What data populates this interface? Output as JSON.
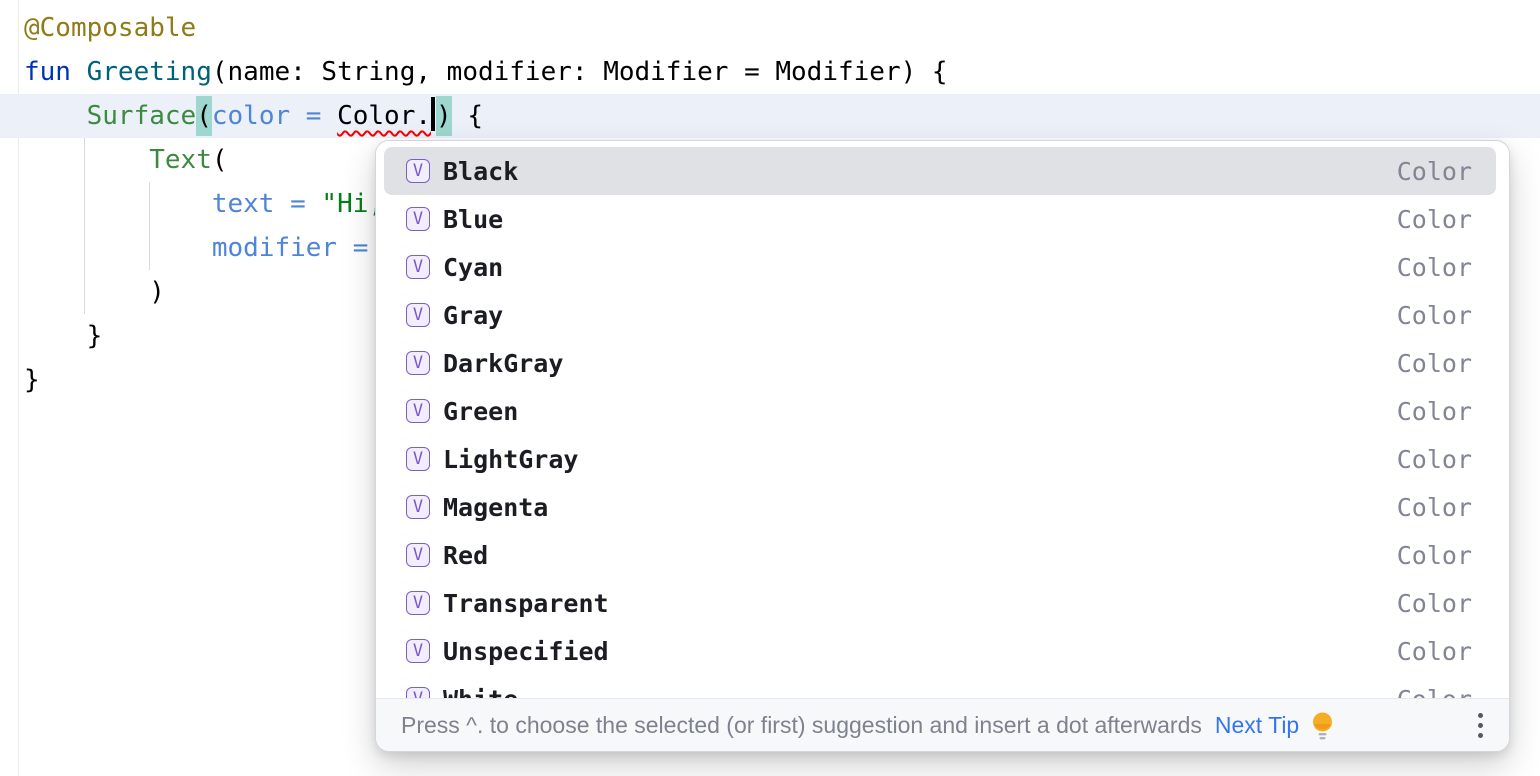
{
  "colors": {
    "annotation": "#8F7B17",
    "keyword": "#0033B3",
    "function": "#00627A",
    "plain": "#000000",
    "composable": "#3C8A3F",
    "named_arg": "#4E85D8",
    "string": "#067D17",
    "error": "#F50000",
    "caret_row": "#ECF1F9",
    "brace_match": "#9ED7D0",
    "selection": "#DFE1E5",
    "item_text": "#1B1D22",
    "type_text": "#818594",
    "icon_purple": "#7C5CCB",
    "icon_bg": "#F3EEFD",
    "hint_text": "#7D828F",
    "accent": "#3574F0",
    "guide": "#D8DADF",
    "gutter_line": "#E9EAED",
    "popup_border": "#D4D6DC",
    "footer_bg": "#F7F8FA",
    "footer_border": "#E6E8EB"
  },
  "editor": {
    "language": "Kotlin",
    "lines": [
      {
        "tokens": [
          {
            "t": "@Composable",
            "c": "annotation"
          }
        ]
      },
      {
        "tokens": [
          {
            "t": "fun ",
            "c": "keyword"
          },
          {
            "t": "Greeting",
            "c": "function"
          },
          {
            "t": "(name: String, modifier: Modifier = Modifier) {",
            "c": "plain"
          }
        ]
      },
      {
        "caret_line": true,
        "tokens": [
          {
            "t": "    ",
            "c": "plain"
          },
          {
            "t": "Surface",
            "c": "composable"
          },
          {
            "t": "(",
            "c": "plain",
            "hl": true
          },
          {
            "t": "color = ",
            "c": "named_arg"
          },
          {
            "t": "Color.",
            "c": "error"
          },
          {
            "caret": true
          },
          {
            "t": ")",
            "c": "plain",
            "hl": true
          },
          {
            "t": " {",
            "c": "plain"
          }
        ]
      },
      {
        "tokens": [
          {
            "t": "        ",
            "c": "plain"
          },
          {
            "t": "Text",
            "c": "composable"
          },
          {
            "t": "(",
            "c": "plain"
          }
        ]
      },
      {
        "tokens": [
          {
            "t": "            ",
            "c": "plain"
          },
          {
            "t": "text = ",
            "c": "named_arg"
          },
          {
            "t": "\"Hi,",
            "c": "string"
          }
        ]
      },
      {
        "tokens": [
          {
            "t": "            ",
            "c": "plain"
          },
          {
            "t": "modifier = ",
            "c": "named_arg"
          }
        ]
      },
      {
        "tokens": [
          {
            "t": "        )",
            "c": "plain"
          }
        ]
      },
      {
        "tokens": [
          {
            "t": "    }",
            "c": "plain"
          }
        ]
      },
      {
        "tokens": [
          {
            "t": "}",
            "c": "plain"
          }
        ]
      }
    ]
  },
  "popup": {
    "icon_letter": "V",
    "selected_index": 0,
    "items": [
      {
        "name": "Black",
        "type": "Color"
      },
      {
        "name": "Blue",
        "type": "Color"
      },
      {
        "name": "Cyan",
        "type": "Color"
      },
      {
        "name": "Gray",
        "type": "Color"
      },
      {
        "name": "DarkGray",
        "type": "Color"
      },
      {
        "name": "Green",
        "type": "Color"
      },
      {
        "name": "LightGray",
        "type": "Color"
      },
      {
        "name": "Magenta",
        "type": "Color"
      },
      {
        "name": "Red",
        "type": "Color"
      },
      {
        "name": "Transparent",
        "type": "Color"
      },
      {
        "name": "Unspecified",
        "type": "Color"
      },
      {
        "name": "White",
        "type": "Color"
      }
    ],
    "footer": {
      "hint": "Press ^. to choose the selected (or first) suggestion and insert a dot afterwards",
      "next_tip_label": "Next Tip"
    }
  }
}
